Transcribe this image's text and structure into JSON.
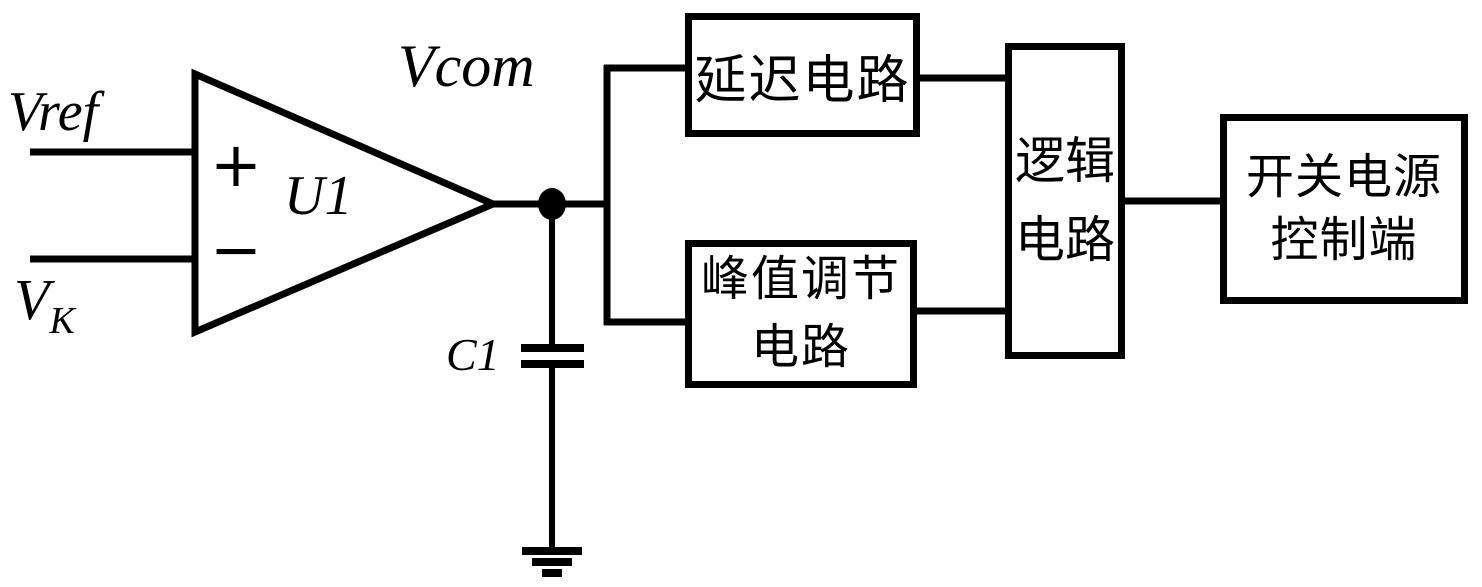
{
  "diagram": {
    "inputs": {
      "vref_label": "Vref",
      "vk_base": "V",
      "vk_subscript": "K"
    },
    "opamp": {
      "name": "U1",
      "plus_sign": "+",
      "minus_sign": "−",
      "output_label": "Vcom"
    },
    "capacitor": {
      "name": "C1"
    },
    "blocks": {
      "delay": {
        "label": "延迟电路"
      },
      "peak": {
        "label_line1": "峰值调节",
        "label_line2": "电路"
      },
      "logic": {
        "label_line1": "逻辑",
        "label_line2": "电路"
      },
      "control": {
        "label_line1": "开关电源",
        "label_line2": "控制端"
      }
    },
    "colors": {
      "stroke": "#000000",
      "background": "#ffffff"
    }
  }
}
